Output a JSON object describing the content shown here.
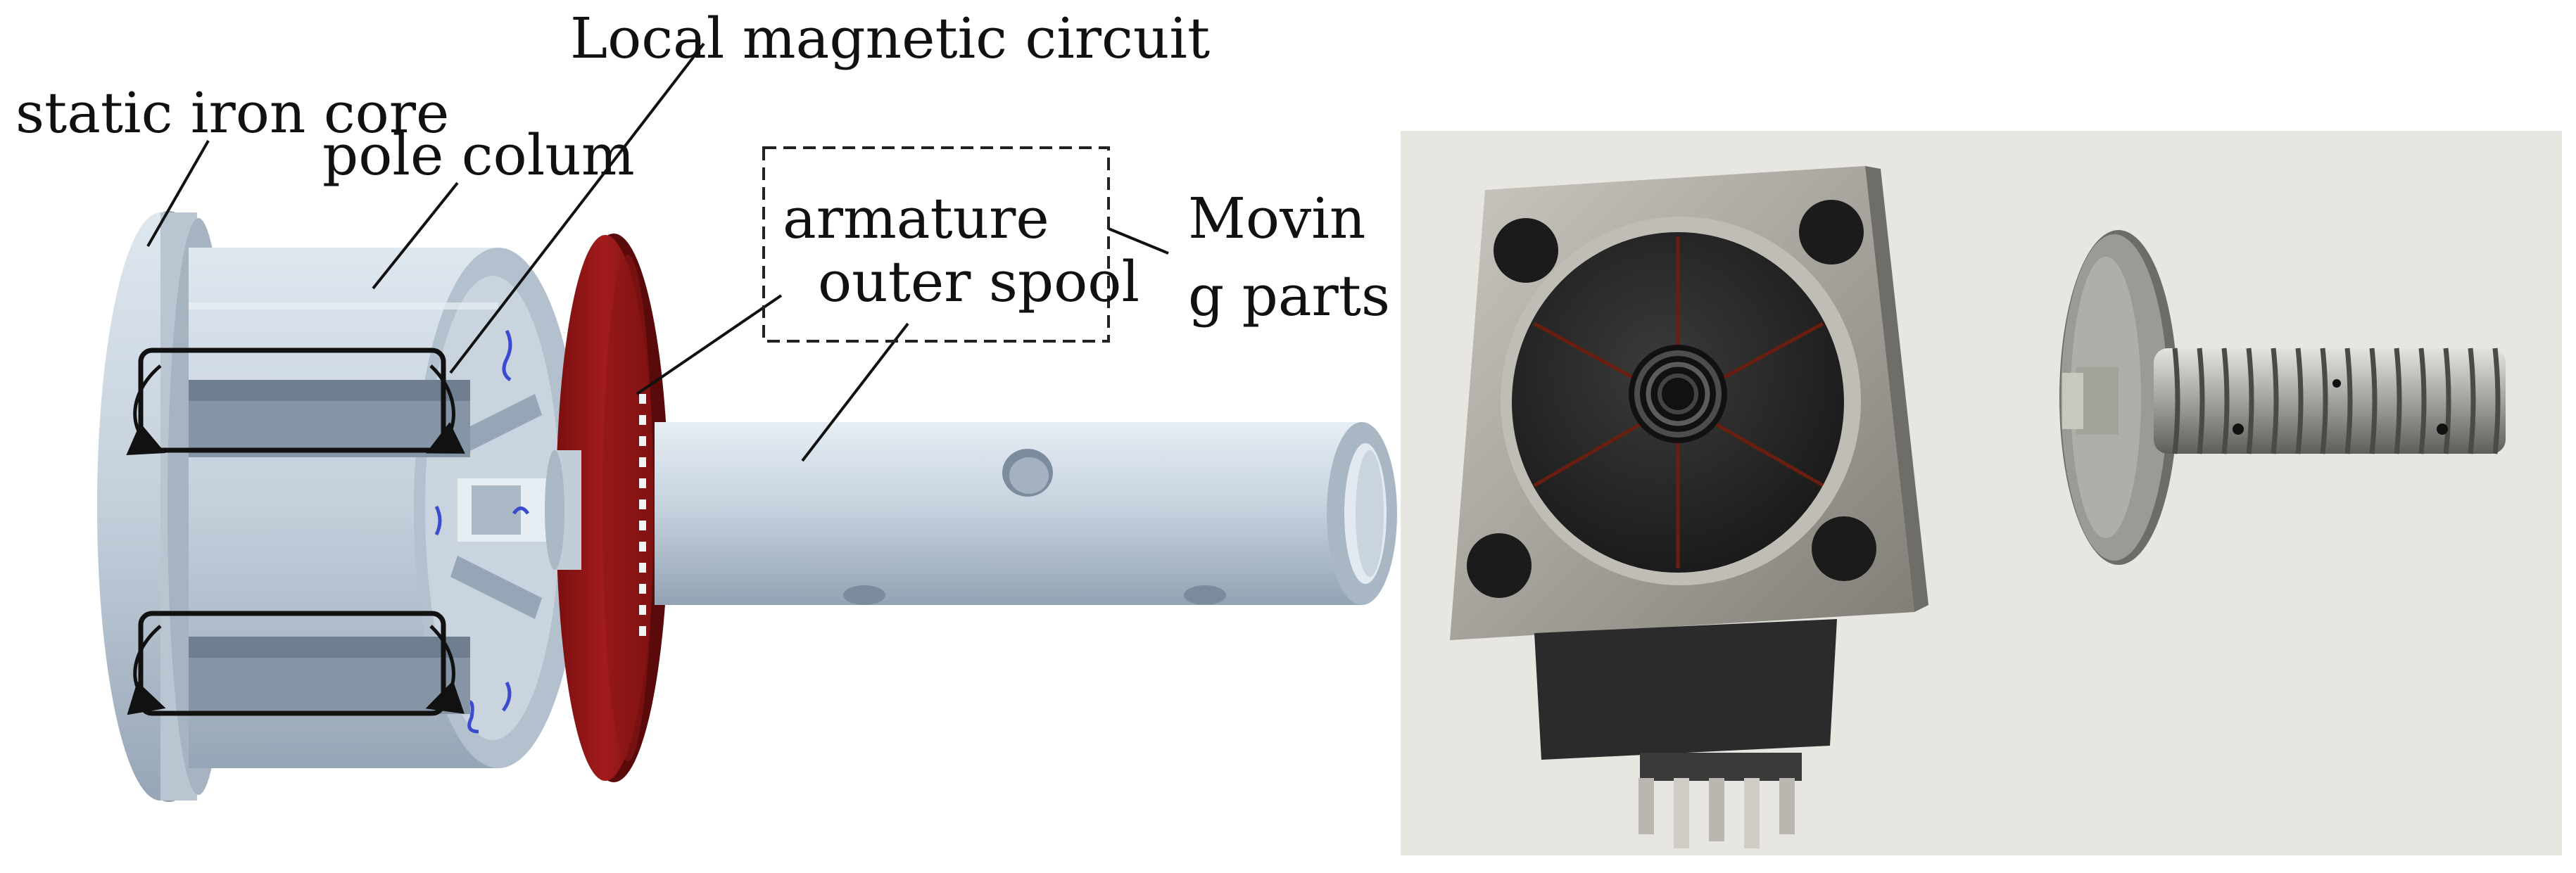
{
  "labels": {
    "static_iron_core": "static iron core",
    "pole_colum": "pole colum",
    "local_magnetic_circuit": "Local magnetic circuit",
    "armature": "armature",
    "outer_spool": "outer spool",
    "moving_parts_line1": "Movin",
    "moving_parts_line2": "g parts"
  },
  "colors": {
    "core_body": "#c3cfdb",
    "core_shadow": "#9aa9b8",
    "armature_disk": "#9e1a1a",
    "spool": "#c7d3df",
    "photo_background": "#ecebe6",
    "housing_metal": "#a9a79f",
    "connector_black": "#2b2b2b"
  }
}
